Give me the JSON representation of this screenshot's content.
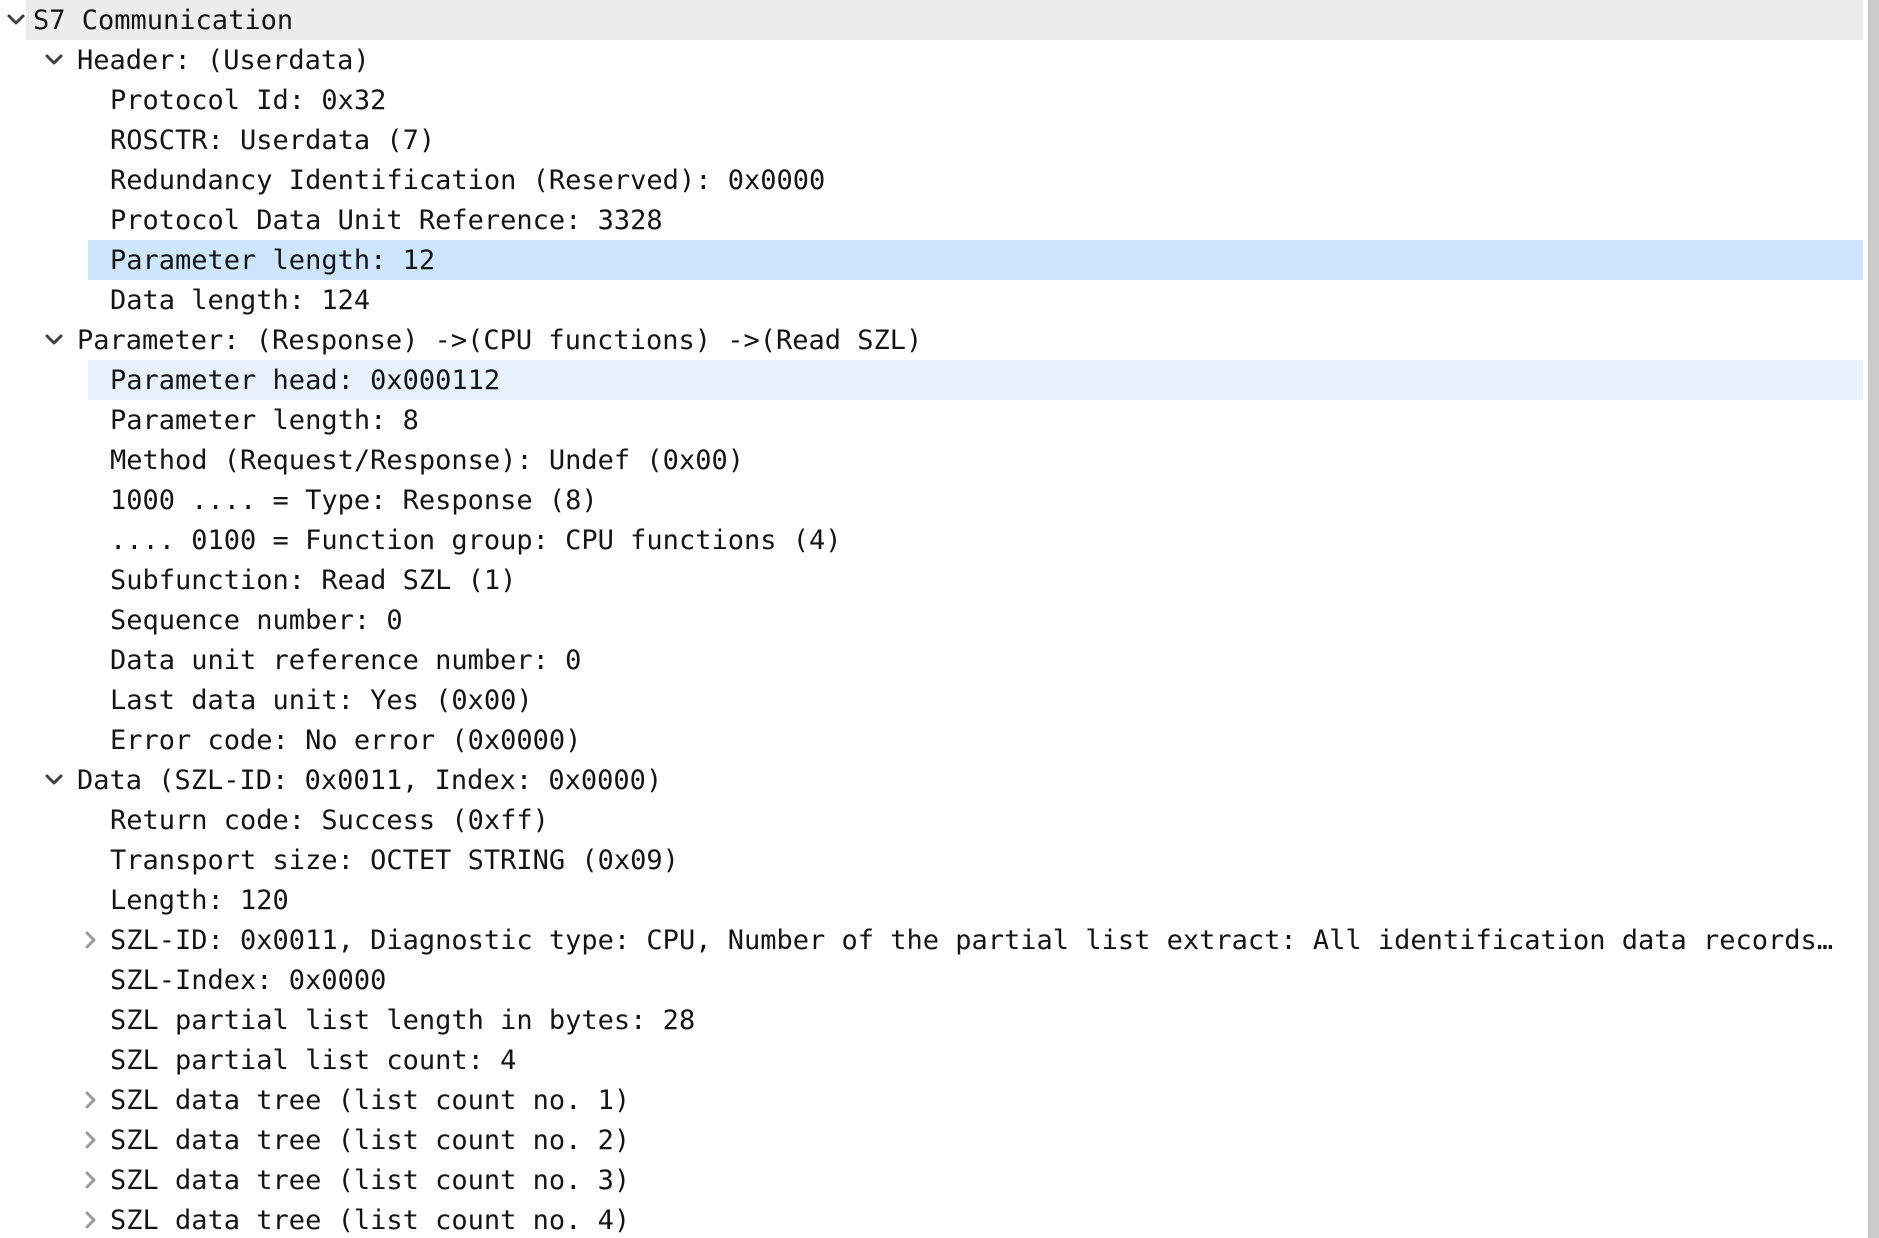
{
  "pane": {
    "name": "Wireshark packet details pane",
    "protocol": "S7 Communication"
  },
  "colors": {
    "selected_row_gray": "#ececec",
    "field_highlight_strong": "#cde6fb",
    "field_highlight_light": "#e6f1fc",
    "text": "#141414",
    "chevron_expanded": "#3f3f3f",
    "chevron_collapsed": "#9c9c9c",
    "scrollbar": "#cbcbcb"
  },
  "tree": {
    "rows": [
      {
        "label": "S7 Communication",
        "level": 1,
        "expander": "expanded",
        "highlight": "gray"
      },
      {
        "label": "Header: (Userdata)",
        "level": 2,
        "expander": "expanded",
        "highlight": "none"
      },
      {
        "label": "Protocol Id: 0x32",
        "level": 3,
        "expander": "none",
        "highlight": "none"
      },
      {
        "label": "ROSCTR: Userdata (7)",
        "level": 3,
        "expander": "none",
        "highlight": "none"
      },
      {
        "label": "Redundancy Identification (Reserved): 0x0000",
        "level": 3,
        "expander": "none",
        "highlight": "none"
      },
      {
        "label": "Protocol Data Unit Reference: 3328",
        "level": 3,
        "expander": "none",
        "highlight": "none"
      },
      {
        "label": "Parameter length: 12",
        "level": 3,
        "expander": "none",
        "highlight": "blue-strong"
      },
      {
        "label": "Data length: 124",
        "level": 3,
        "expander": "none",
        "highlight": "none"
      },
      {
        "label": "Parameter: (Response) ->(CPU functions) ->(Read SZL)",
        "level": 2,
        "expander": "expanded",
        "highlight": "none"
      },
      {
        "label": "Parameter head: 0x000112",
        "level": 3,
        "expander": "none",
        "highlight": "blue-light"
      },
      {
        "label": "Parameter length: 8",
        "level": 3,
        "expander": "none",
        "highlight": "none"
      },
      {
        "label": "Method (Request/Response): Undef (0x00)",
        "level": 3,
        "expander": "none",
        "highlight": "none"
      },
      {
        "label": "1000 .... = Type: Response (8)",
        "level": 3,
        "expander": "none",
        "highlight": "none"
      },
      {
        "label": ".... 0100 = Function group: CPU functions (4)",
        "level": 3,
        "expander": "none",
        "highlight": "none"
      },
      {
        "label": "Subfunction: Read SZL (1)",
        "level": 3,
        "expander": "none",
        "highlight": "none"
      },
      {
        "label": "Sequence number: 0",
        "level": 3,
        "expander": "none",
        "highlight": "none"
      },
      {
        "label": "Data unit reference number: 0",
        "level": 3,
        "expander": "none",
        "highlight": "none"
      },
      {
        "label": "Last data unit: Yes (0x00)",
        "level": 3,
        "expander": "none",
        "highlight": "none"
      },
      {
        "label": "Error code: No error (0x0000)",
        "level": 3,
        "expander": "none",
        "highlight": "none"
      },
      {
        "label": "Data (SZL-ID: 0x0011, Index: 0x0000)",
        "level": 2,
        "expander": "expanded",
        "highlight": "none"
      },
      {
        "label": "Return code: Success (0xff)",
        "level": 3,
        "expander": "none",
        "highlight": "none"
      },
      {
        "label": "Transport size: OCTET STRING (0x09)",
        "level": 3,
        "expander": "none",
        "highlight": "none"
      },
      {
        "label": "Length: 120",
        "level": 3,
        "expander": "none",
        "highlight": "none"
      },
      {
        "label": "SZL-ID: 0x0011, Diagnostic type: CPU, Number of the partial list extract: All identification data records…",
        "level": 3,
        "expander": "collapsed",
        "highlight": "none"
      },
      {
        "label": "SZL-Index: 0x0000",
        "level": 3,
        "expander": "none",
        "highlight": "none"
      },
      {
        "label": "SZL partial list length in bytes: 28",
        "level": 3,
        "expander": "none",
        "highlight": "none"
      },
      {
        "label": "SZL partial list count: 4",
        "level": 3,
        "expander": "none",
        "highlight": "none"
      },
      {
        "label": "SZL data tree (list count no. 1)",
        "level": 3,
        "expander": "collapsed",
        "highlight": "none"
      },
      {
        "label": "SZL data tree (list count no. 2)",
        "level": 3,
        "expander": "collapsed",
        "highlight": "none"
      },
      {
        "label": "SZL data tree (list count no. 3)",
        "level": 3,
        "expander": "collapsed",
        "highlight": "none"
      },
      {
        "label": "SZL data tree (list count no. 4)",
        "level": 3,
        "expander": "collapsed",
        "highlight": "none"
      }
    ]
  }
}
